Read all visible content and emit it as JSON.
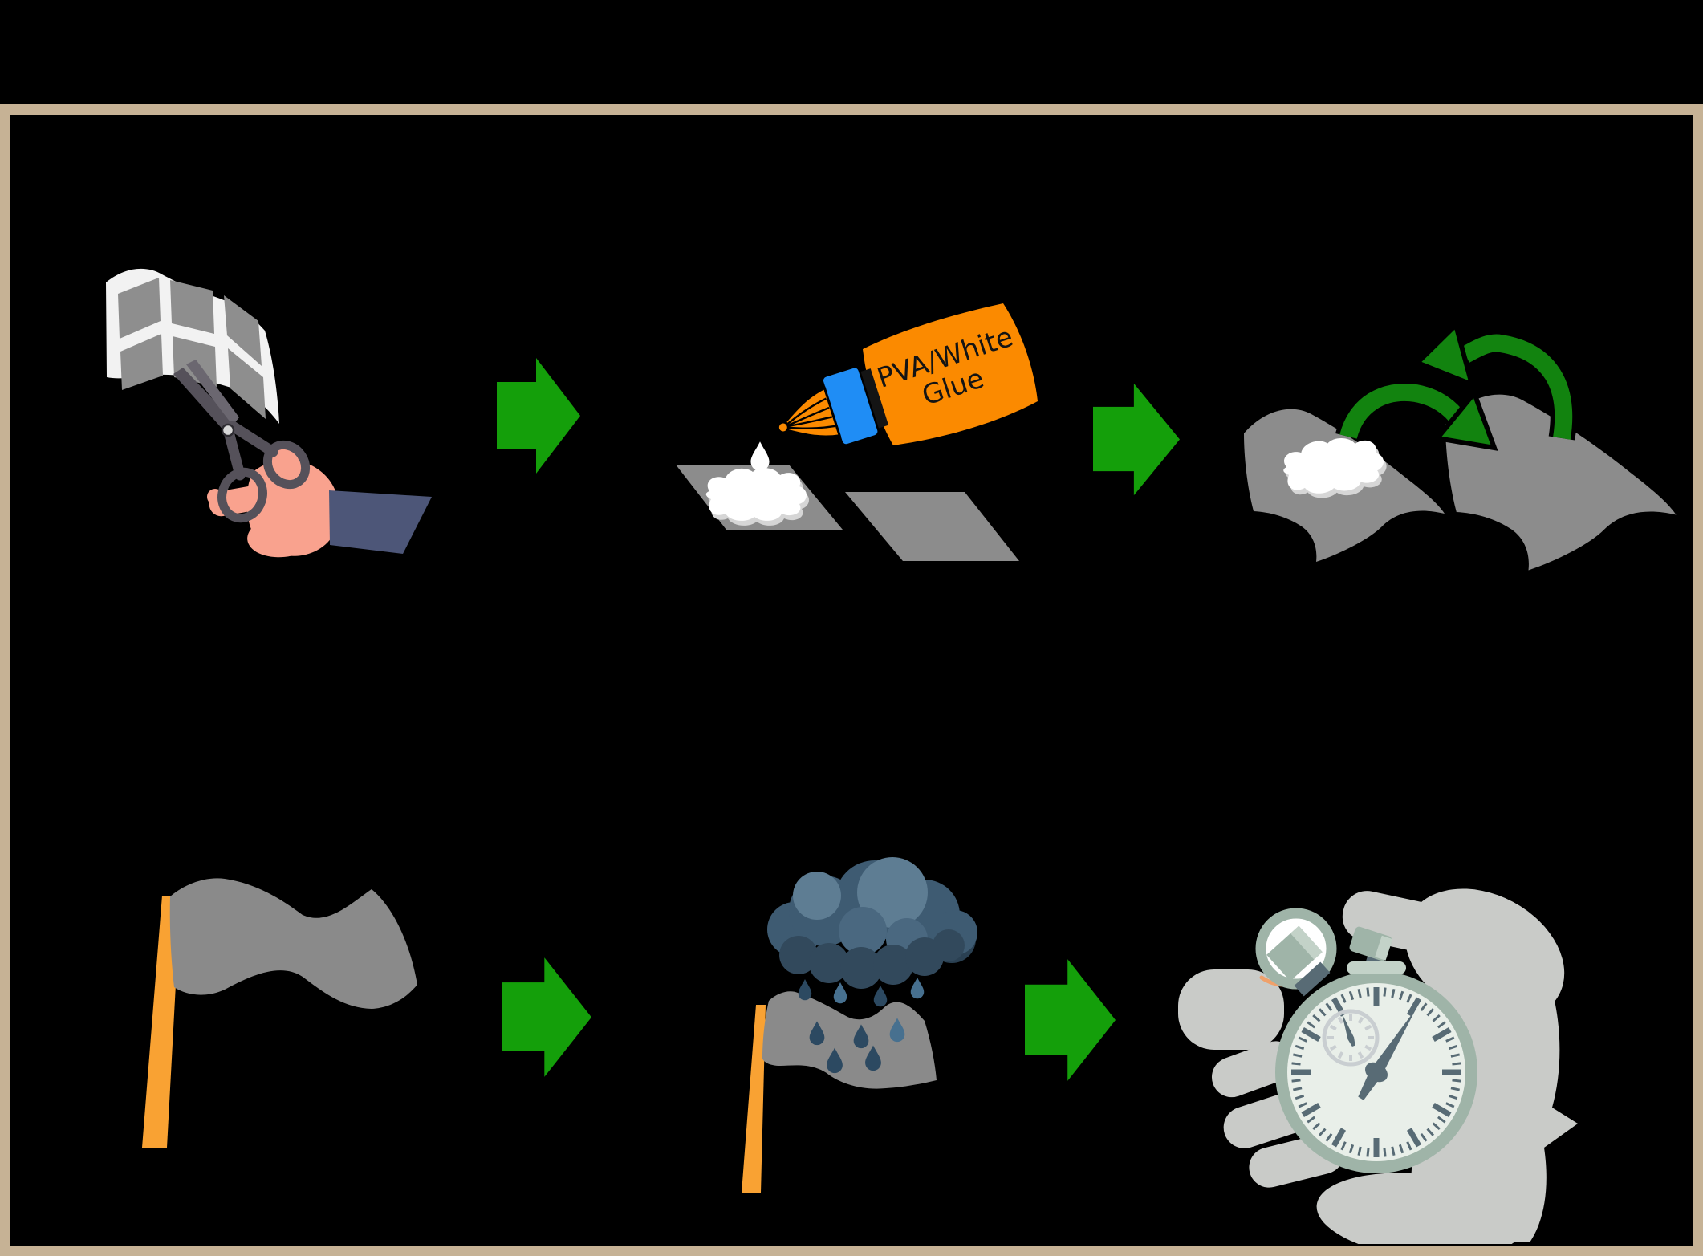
{
  "glue": {
    "line1": "PVA/White",
    "line2": "Glue"
  },
  "colors": {
    "background": "#000000",
    "frame_tan": "#C6B295",
    "arrow_green": "#149F0A",
    "fold_arrow_green": "#12830F",
    "paper_white": "#F2F2F2",
    "paper_cell_gray": "#8E8E8E",
    "sheet_gray": "#8C8C8C",
    "flag_gray": "#8A8A8A",
    "pole_orange": "#F9A233",
    "bottle_orange": "#FB8A00",
    "cap_blue": "#1F8DF5",
    "glue_white": "#FFFFFF",
    "skin": "#F9A28E",
    "sleeve_navy": "#4D5678",
    "scissors_gray": "#55515A",
    "cloud_dark": "#32495C",
    "cloud_mid": "#3E5B72",
    "cloud_light": "#5E7D93",
    "rain_blue": "#2C4961",
    "hand_gray": "#C9CBC8",
    "watch_ring_sage": "#9FB4A8",
    "watch_face": "#E9EFE9",
    "watch_slate": "#586B75"
  },
  "icons": {
    "row1": [
      "scissors-cutting-grid-paper",
      "arrow-right",
      "pva-glue-bottle-dripping",
      "arrow-right",
      "fold-glued-papers"
    ],
    "row2": [
      "flag-on-pole",
      "arrow-right",
      "rain-cloud-over-flag",
      "arrow-right",
      "hand-holding-stopwatch"
    ]
  }
}
